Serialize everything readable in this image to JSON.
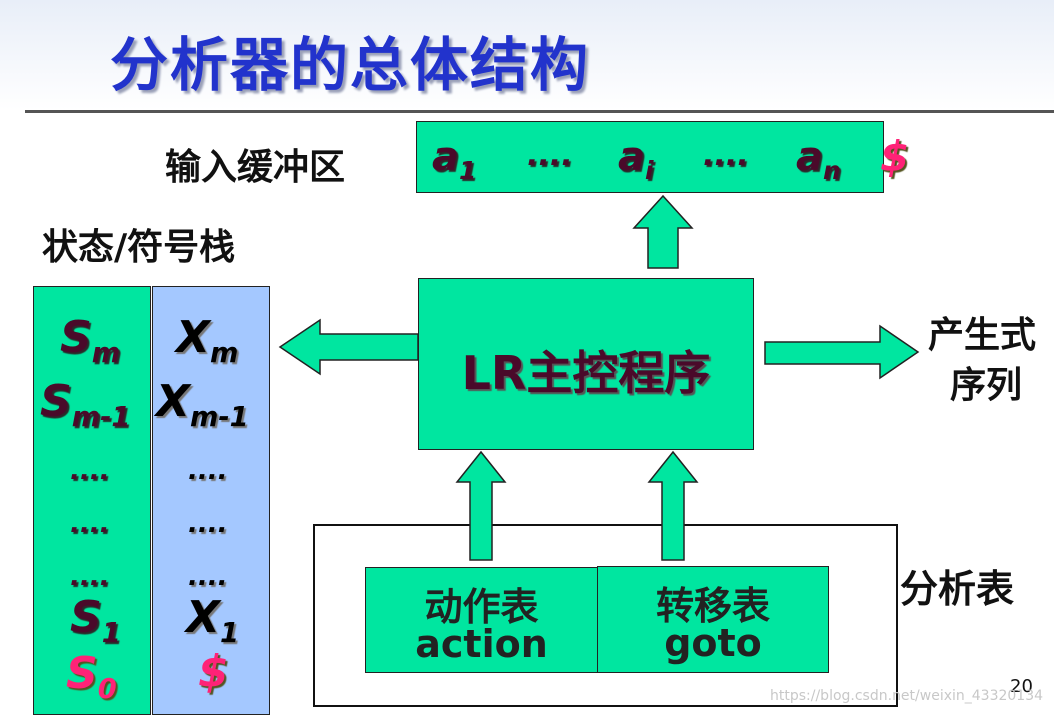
{
  "title": "分析器的总体结构",
  "input_buffer": {
    "label": "输入缓冲区",
    "symbols": [
      {
        "base": "a",
        "sub": "1"
      },
      {
        "base": "...."
      },
      {
        "base": "a",
        "sub": "i"
      },
      {
        "base": "...."
      },
      {
        "base": "a",
        "sub": "n"
      },
      {
        "base": "$"
      }
    ]
  },
  "stack": {
    "label": "状态/符号栈",
    "states": [
      {
        "base": "S",
        "sub": "m"
      },
      {
        "base": "S",
        "sub": "m-1"
      },
      {
        "base": "...."
      },
      {
        "base": "...."
      },
      {
        "base": "...."
      },
      {
        "base": "S",
        "sub": "1"
      },
      {
        "base": "S",
        "sub": "0"
      }
    ],
    "symbols": [
      {
        "base": "X",
        "sub": "m"
      },
      {
        "base": "X",
        "sub": "m-1"
      },
      {
        "base": "...."
      },
      {
        "base": "...."
      },
      {
        "base": "...."
      },
      {
        "base": "X",
        "sub": "1"
      },
      {
        "base": "$"
      }
    ]
  },
  "main_control": {
    "label": "LR主控程序"
  },
  "output": {
    "line1": "产生式",
    "line2": "序列"
  },
  "parse_table": {
    "label": "分析表",
    "action": {
      "line1": "动作表",
      "line2": "action"
    },
    "goto": {
      "line1": "转移表",
      "line2": "goto"
    }
  },
  "page_number": "20",
  "watermark": "https://blog.csdn.net/weixin_43320134",
  "colors": {
    "title": "#2233cc",
    "box_green": "#00e6a0",
    "stack_blue": "#a4c8ff",
    "accent_magenta": "#ff2277"
  }
}
